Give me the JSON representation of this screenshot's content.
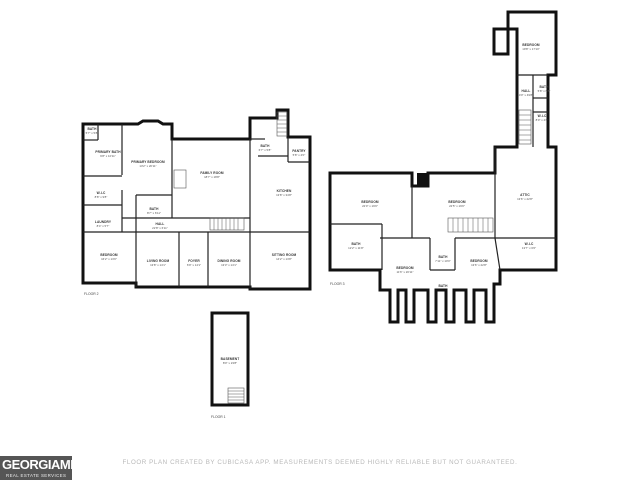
{
  "footer_note": "FLOOR PLAN CREATED BY CUBICASA APP. MEASUREMENTS DEEMED HIGHLY RELIABLE BUT NOT GUARANTEED.",
  "logo": {
    "name": "GEORGIAMLS",
    "registered": "®",
    "tagline": "REAL ESTATE SERVICES"
  },
  "floor_labels": {
    "floor2": "FLOOR 2",
    "floor3": "FLOOR 3",
    "floor1": "FLOOR 1"
  },
  "rooms": {
    "bath1": {
      "name": "BATH",
      "dim": "5'7\" x 5'8\""
    },
    "primary_bath": {
      "name": "PRIMARY BATH",
      "dim": "9'8\" x 10'11\""
    },
    "primary_bedroom": {
      "name": "PRIMARY BEDROOM",
      "dim": "13'2\" x 20'11\""
    },
    "wic1": {
      "name": "W-I-C",
      "dim": "8'8\" x 9'8\""
    },
    "bath2": {
      "name": "BATH",
      "dim": "8'7\" x 6'11\""
    },
    "laundry": {
      "name": "LAUNDRY",
      "dim": "8'4\" x 5'7\""
    },
    "hall1": {
      "name": "HALL",
      "dim": "22'8\" x 6'11\""
    },
    "bedroom1": {
      "name": "BEDROOM",
      "dim": "16'2\" x 13'0\""
    },
    "living_room": {
      "name": "LIVING ROOM",
      "dim": "13'8\" x 14'1\""
    },
    "foyer": {
      "name": "FOYER",
      "dim": "6'9\" x 14'1\""
    },
    "dining_room": {
      "name": "DINING ROOM",
      "dim": "13'3\" x 14'1\""
    },
    "family_room": {
      "name": "FAMILY ROOM",
      "dim": "18'7\" x 18'8\""
    },
    "kitchen": {
      "name": "KITCHEN",
      "dim": "13'8\" x 34'8\""
    },
    "bath3": {
      "name": "BATH",
      "dim": "6'7\" x 5'8\""
    },
    "pantry": {
      "name": "PANTRY",
      "dim": "5'8\" x 4'0\""
    },
    "sitting_room": {
      "name": "SITTING ROOM",
      "dim": "14'2\" x 13'8\""
    },
    "bedroom2": {
      "name": "BEDROOM",
      "dim": "22'0\" x 19'0\""
    },
    "bedroom3": {
      "name": "BEDROOM",
      "dim": "22'5\" x 19'0\""
    },
    "attic": {
      "name": "ATTIC",
      "dim": "13'6\" x 22'8\""
    },
    "bath4": {
      "name": "BATH",
      "dim": "12'2\" x 11'8\""
    },
    "bedroom4": {
      "name": "BEDROOM",
      "dim": "11'6\" x 20'11\""
    },
    "bath5": {
      "name": "BATH",
      "dim": "7'11\" x 10'0\""
    },
    "bedroom5": {
      "name": "BEDROOM",
      "dim": "13'6\" x 22'8\""
    },
    "wic2": {
      "name": "W-I-C",
      "dim": "13'7\" x 6'0\""
    },
    "bath6": {
      "name": "BATH",
      "dim": ""
    },
    "bedroom6": {
      "name": "BEDROOM",
      "dim": "19'8\" x 17'10\""
    },
    "hall2": {
      "name": "HALL",
      "dim": "4'0\" x 49'8\""
    },
    "bath7": {
      "name": "BATH",
      "dim": "5'8\" x 6'8\""
    },
    "wic3": {
      "name": "W-I-C",
      "dim": "8'0\" x 4'8\""
    },
    "basement": {
      "name": "BASEMENT",
      "dim": "8'0\" x 23'8\""
    }
  }
}
